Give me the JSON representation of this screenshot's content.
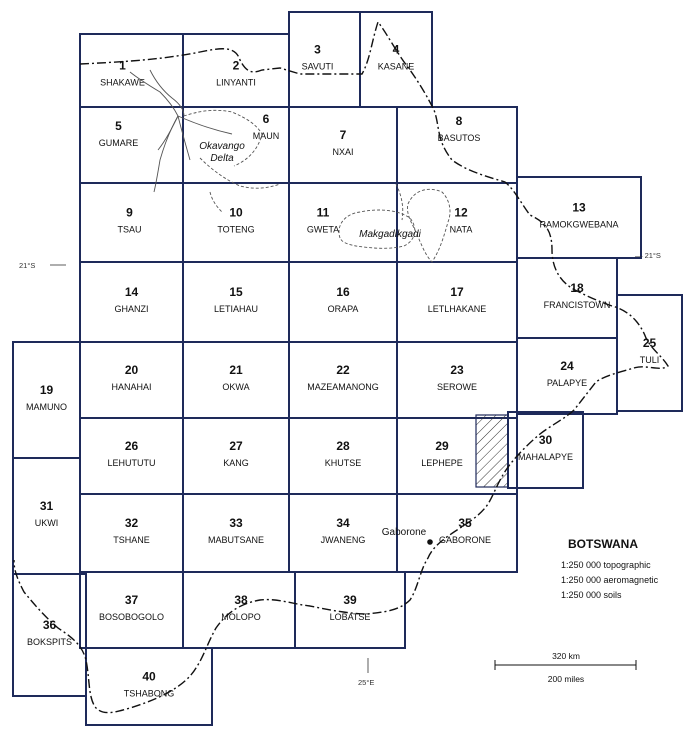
{
  "sheets": [
    {
      "id": 1,
      "name": "SHAKAWE"
    },
    {
      "id": 2,
      "name": "LINYANTI"
    },
    {
      "id": 3,
      "name": "SAVUTI"
    },
    {
      "id": 4,
      "name": "KASANE"
    },
    {
      "id": 5,
      "name": "GUMARE"
    },
    {
      "id": 6,
      "name": "MAUN"
    },
    {
      "id": 7,
      "name": "NXAI"
    },
    {
      "id": 8,
      "name": "BASUTOS"
    },
    {
      "id": 9,
      "name": "TSAU"
    },
    {
      "id": 10,
      "name": "TOTENG"
    },
    {
      "id": 11,
      "name": "GWETA"
    },
    {
      "id": 12,
      "name": "NATA"
    },
    {
      "id": 13,
      "name": "RAMOKGWEBANA"
    },
    {
      "id": 14,
      "name": "GHANZI"
    },
    {
      "id": 15,
      "name": "LETIAHAU"
    },
    {
      "id": 16,
      "name": "ORAPA"
    },
    {
      "id": 17,
      "name": "LETLHAKANE"
    },
    {
      "id": 18,
      "name": "FRANCISTOWN"
    },
    {
      "id": 19,
      "name": "MAMUNO"
    },
    {
      "id": 20,
      "name": "HANAHAI"
    },
    {
      "id": 21,
      "name": "OKWA"
    },
    {
      "id": 22,
      "name": "MAZEAMANONG"
    },
    {
      "id": 23,
      "name": "SEROWE"
    },
    {
      "id": 24,
      "name": "PALAPYE"
    },
    {
      "id": 25,
      "name": "TULI"
    },
    {
      "id": 26,
      "name": "LEHUTUTU"
    },
    {
      "id": 27,
      "name": "KANG"
    },
    {
      "id": 28,
      "name": "KHUTSE"
    },
    {
      "id": 29,
      "name": "LEPHEPE"
    },
    {
      "id": 30,
      "name": "MAHALAPYE"
    },
    {
      "id": 31,
      "name": "UKWI"
    },
    {
      "id": 32,
      "name": "TSHANE"
    },
    {
      "id": 33,
      "name": "MABUTSANE"
    },
    {
      "id": 34,
      "name": "JWANENG"
    },
    {
      "id": 35,
      "name": "GABORONE"
    },
    {
      "id": 36,
      "name": "BOKSPITS"
    },
    {
      "id": 37,
      "name": "BOSOBOGOLO"
    },
    {
      "id": 38,
      "name": "MOLOPO"
    },
    {
      "id": 39,
      "name": "LOBATSE"
    },
    {
      "id": 40,
      "name": "TSHABONG"
    }
  ],
  "features": {
    "okavango_line1": "Okavango",
    "okavango_line2": "Delta",
    "makgadikgadi": "Makgadikgadi",
    "gaborone_city": "Gaborone"
  },
  "meridians": {
    "lat_left": "21°S",
    "lat_right": "— 21°S",
    "lon_bottom": "25°E"
  },
  "legend": {
    "title": "BOTSWANA",
    "items": [
      "1:250 000 topographic",
      "1:250 000 aeromagnetic",
      "1:250 000 soils"
    ]
  },
  "scale": {
    "km": "320 km",
    "miles": "200 miles"
  },
  "colors": {
    "grid": "#1e2a5a",
    "border": "#111111",
    "background": "#ffffff"
  }
}
